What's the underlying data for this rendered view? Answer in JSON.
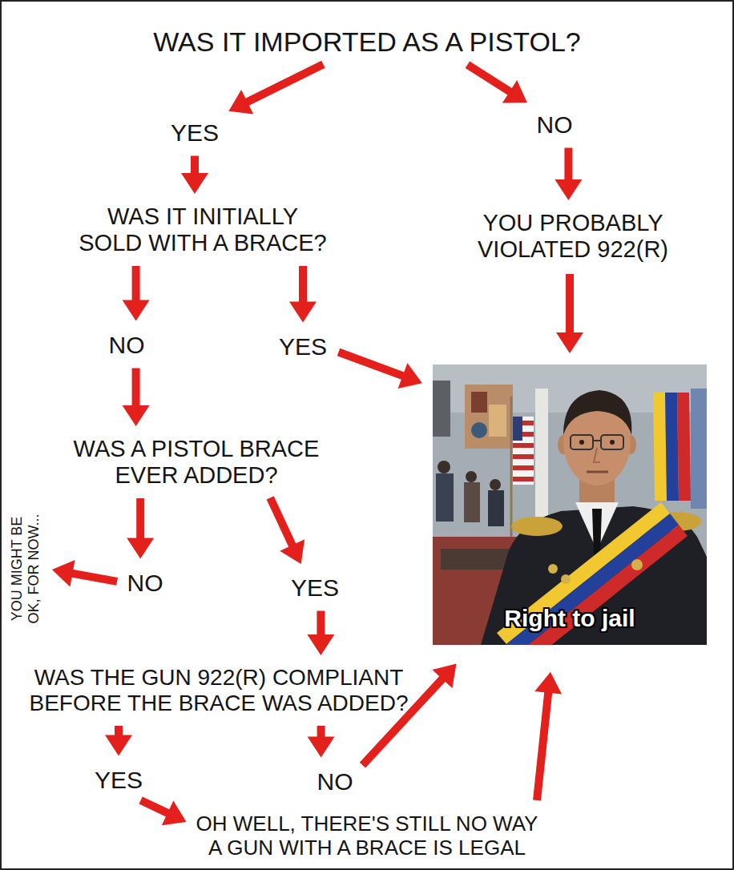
{
  "diagram": {
    "nodes": [
      {
        "text": [
          "WAS IT IMPORTED AS A PISTOL?"
        ]
      },
      {
        "text": [
          "YES"
        ]
      },
      {
        "text": [
          "NO"
        ]
      },
      {
        "text": [
          "WAS IT INITIALLY SOLD WITH A BRACE?"
        ]
      },
      {
        "text": [
          "YOU PROBABLY VIOLATED 922(R)"
        ]
      },
      {
        "text": [
          "NO"
        ]
      },
      {
        "text": [
          "YES"
        ]
      },
      {
        "text": [
          "Right to jail"
        ]
      },
      {
        "text": [
          "WAS A PISTOL BRACE EVER ADDED?"
        ]
      },
      {
        "text": [
          "NO"
        ]
      },
      {
        "text": [
          "YES"
        ]
      },
      {
        "text": [
          "YOU MIGHT BE OK, FOR NOW..."
        ]
      },
      {
        "text": [
          "WAS THE GUN 922(R) COMPLIANT BEFORE THE BRACE WAS ADDED?"
        ]
      },
      {
        "text": [
          "YES"
        ]
      },
      {
        "text": [
          "NO"
        ]
      },
      {
        "text": [
          "OH WELL, THERE'S STILL NO WAY A GUN WITH A BRACE IS LEGAL"
        ]
      }
    ],
    "edges": [
      {
        "from": 0,
        "to": 1,
        "arrow": "to"
      },
      {
        "from": 0,
        "to": 2,
        "arrow": "to"
      },
      {
        "from": 1,
        "to": 3,
        "arrow": "to"
      },
      {
        "from": 2,
        "to": 4,
        "arrow": "to"
      },
      {
        "from": 3,
        "to": 5,
        "arrow": "to"
      },
      {
        "from": 3,
        "to": 6,
        "arrow": "to"
      },
      {
        "from": 4,
        "to": 7,
        "arrow": "to"
      },
      {
        "from": 6,
        "to": 7,
        "arrow": "to"
      },
      {
        "from": 5,
        "to": 8,
        "arrow": "to"
      },
      {
        "from": 8,
        "to": 9,
        "arrow": "to"
      },
      {
        "from": 8,
        "to": 10,
        "arrow": "to"
      },
      {
        "from": 9,
        "to": 11,
        "arrow": "to"
      },
      {
        "from": 10,
        "to": 12,
        "arrow": "to"
      },
      {
        "from": 12,
        "to": 13,
        "arrow": "to"
      },
      {
        "from": 12,
        "to": 14,
        "arrow": "to"
      },
      {
        "from": 14,
        "to": 7,
        "arrow": "to"
      },
      {
        "from": 13,
        "to": 15,
        "arrow": "to"
      },
      {
        "from": 15,
        "to": 7,
        "arrow": "to"
      }
    ]
  }
}
